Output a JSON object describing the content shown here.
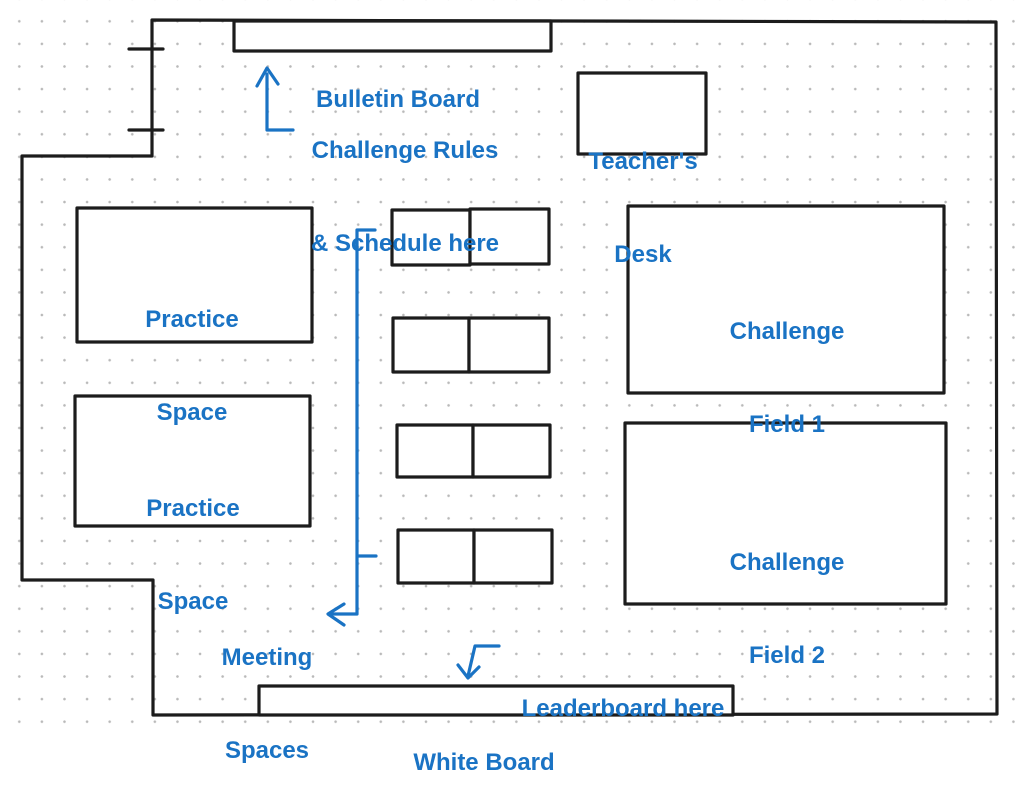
{
  "labels": {
    "bulletin_board": "Bulletin Board",
    "challenge_rules": [
      "Challenge Rules",
      "& Schedule here"
    ],
    "teachers_desk": [
      "Teacher's",
      "Desk"
    ],
    "practice_space_1": [
      "Practice",
      "Space"
    ],
    "practice_space_2": [
      "Practice",
      "Space"
    ],
    "challenge_field_1": [
      "Challenge",
      "Field 1"
    ],
    "challenge_field_2": [
      "Challenge",
      "Field 2"
    ],
    "meeting_spaces": [
      "Meeting",
      "Spaces"
    ],
    "leaderboard": "Leaderboard here",
    "white_board": "White Board"
  },
  "colors": {
    "label_blue": "#1a73c4",
    "ink": "#1c1c1c",
    "grid_dot": "#b9b9b9"
  },
  "icons": {
    "rules_arrow": "arrow-up-icon",
    "meeting_arrow": "arrow-left-icon",
    "leaderboard_arrow": "arrow-down-icon"
  }
}
